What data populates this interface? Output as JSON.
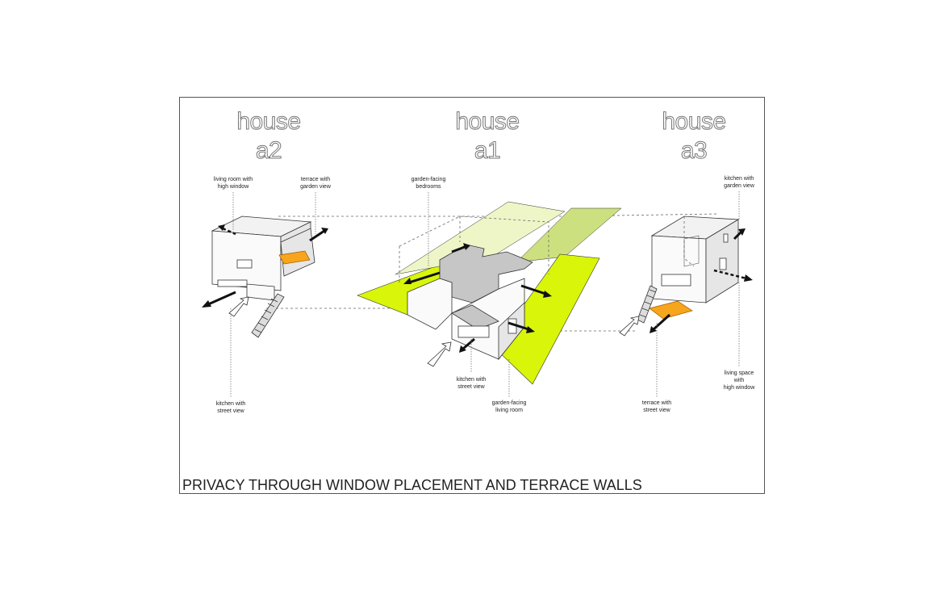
{
  "houses": {
    "a2": {
      "line1": "house",
      "line2": "a2"
    },
    "a1": {
      "line1": "house",
      "line2": "a1"
    },
    "a3": {
      "line1": "house",
      "line2": "a3"
    }
  },
  "labels": {
    "a2_living": [
      "living room with",
      "high window"
    ],
    "a2_terrace": [
      "terrace with",
      "garden view"
    ],
    "a2_kitchen": [
      "kitchen with",
      "street view"
    ],
    "a1_bedrooms": [
      "garden-facing",
      "bedrooms"
    ],
    "a1_kitchen": [
      "kitchen with",
      "street view"
    ],
    "a1_living": [
      "garden-facing",
      "living room"
    ],
    "a3_kitchen": [
      "kitchen with",
      "garden view"
    ],
    "a3_living": [
      "living space",
      "with",
      "high window"
    ],
    "a3_terrace": [
      "terrace with",
      "street view"
    ]
  },
  "caption": "PRIVACY THROUGH WINDOW PLACEMENT AND TERRACE WALLS",
  "colors": {
    "garden_lime": "#d8f50a",
    "garden_pale": "#eef6c8",
    "garden_mid": "#cde080",
    "terrace_orange": "#f7a51c",
    "roof_grey": "#c6c6c6"
  }
}
